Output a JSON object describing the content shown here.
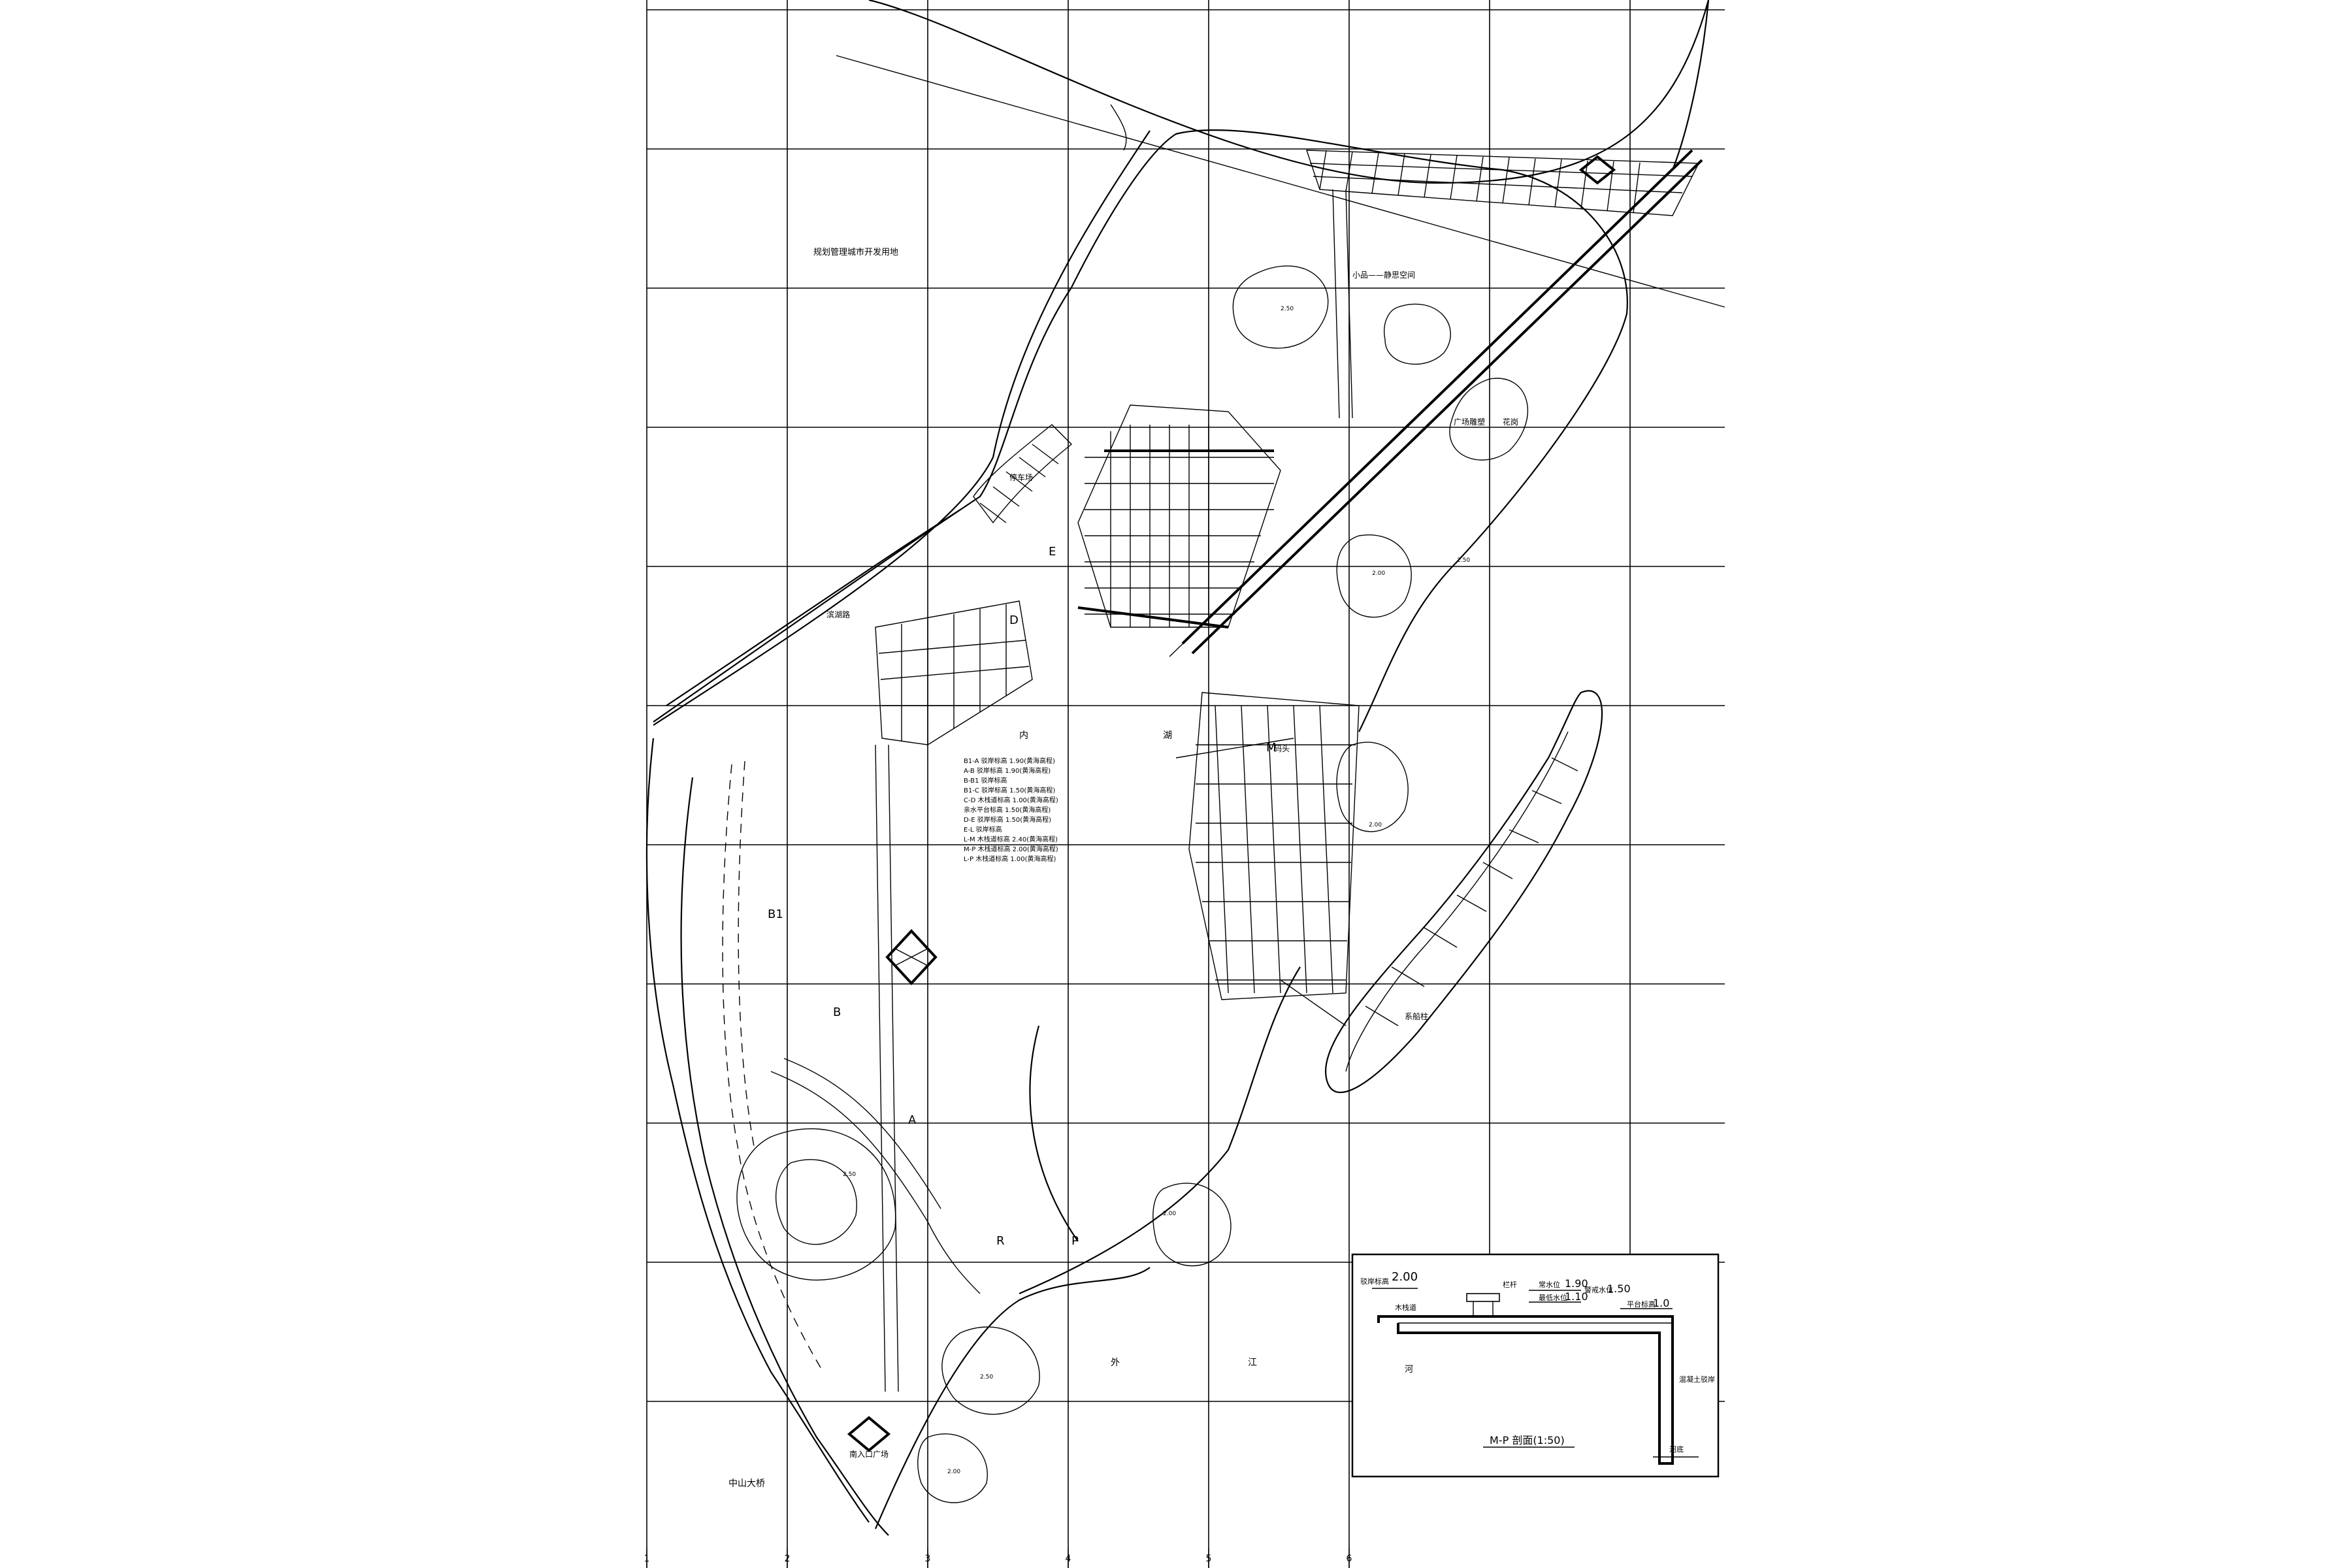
{
  "drawing": {
    "grid": {
      "col_labels": [
        "1",
        "2",
        "3",
        "4",
        "5",
        "6"
      ]
    },
    "site_labels": {
      "planned_land": "规划管理城市开发用地",
      "parking": "停车场",
      "shore_road": "滨湖路",
      "inner_lake_1": "内",
      "inner_lake_2": "湖",
      "outer_river_1": "外",
      "outer_river_2": "江",
      "zhongshan_bridge": "中山大桥",
      "entrance_plaza": "南入口广场",
      "gallery_1": "小品——静思空间",
      "gallery_2": "广场雕塑",
      "flower": "花岗",
      "river_text": "河",
      "mooring": "系船柱",
      "dock": "码头"
    },
    "point_labels": {
      "a": "A",
      "b": "B",
      "b1": "B1",
      "d": "D",
      "e": "E",
      "m": "M",
      "p": "P",
      "r": "R"
    },
    "legend_lines": [
      "B1-A  驳岸标高   1.90(黄海高程)",
      "A-B   驳岸标高   1.90(黄海高程)",
      "B-B1  驳岸标高",
      "B1-C  驳岸标高   1.50(黄海高程)",
      "C-D   木栈道标高   1.00(黄海高程)",
      "       亲水平台标高   1.50(黄海高程)",
      "D-E   驳岸标高   1.50(黄海高程)",
      "E-L   驳岸标高",
      "L-M   木栈道标高   2.40(黄海高程)",
      "M-P   木栈道标高   2.00(黄海高程)",
      "L-P   木栈道标高   1.00(黄海高程)"
    ],
    "elevations": [
      "2.50",
      "2.00",
      "2.50",
      "2.00",
      "2.50",
      "2.00",
      "2.50",
      "2.00"
    ],
    "section": {
      "title": "M-P 剖面(1:50)",
      "left_elev": "2.00",
      "left_label": "驳岸标高",
      "elev_1": "1.90",
      "elev_2": "1.50",
      "elev_3": "1.10",
      "elev_4": "1.0",
      "label_1": "常水位",
      "label_2": "警戒水位",
      "label_3": "最低水位",
      "label_4": "平台标高",
      "label_5": "栏杆",
      "label_6": "混凝土驳岸",
      "label_7": "木栈道",
      "label_8": "河",
      "label_9": "河底"
    }
  }
}
